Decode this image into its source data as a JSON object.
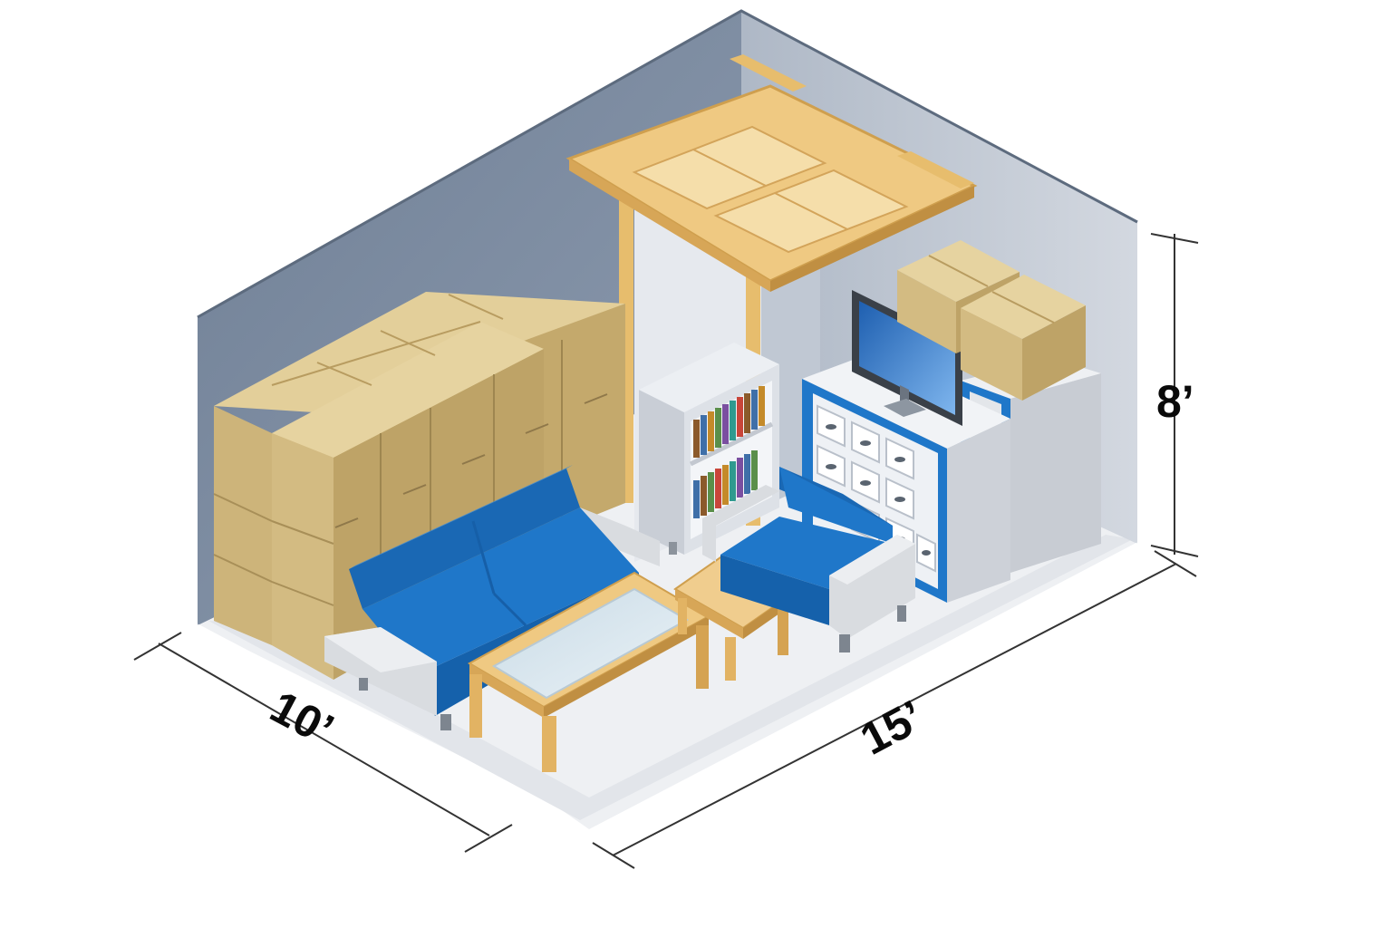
{
  "dimensions": {
    "width_label": "10’",
    "length_label": "15’",
    "height_label": "8’"
  },
  "colors": {
    "wall_left": "#7f8fa3",
    "wall_back": "#c5ccd6",
    "floor": "#eef0f3",
    "box": "#d6c08a",
    "box_dark": "#a8925e",
    "wood": "#efc982",
    "sofa_blue": "#1f77c9",
    "sofa_gray": "#d9dce0",
    "dim_line": "#333333"
  },
  "items": [
    "stacked-boxes",
    "ceiling-shelf",
    "bookshelf",
    "sofa",
    "coffee-table",
    "side-table",
    "armchair",
    "dresser",
    "monitor",
    "cabinet",
    "top-boxes"
  ]
}
